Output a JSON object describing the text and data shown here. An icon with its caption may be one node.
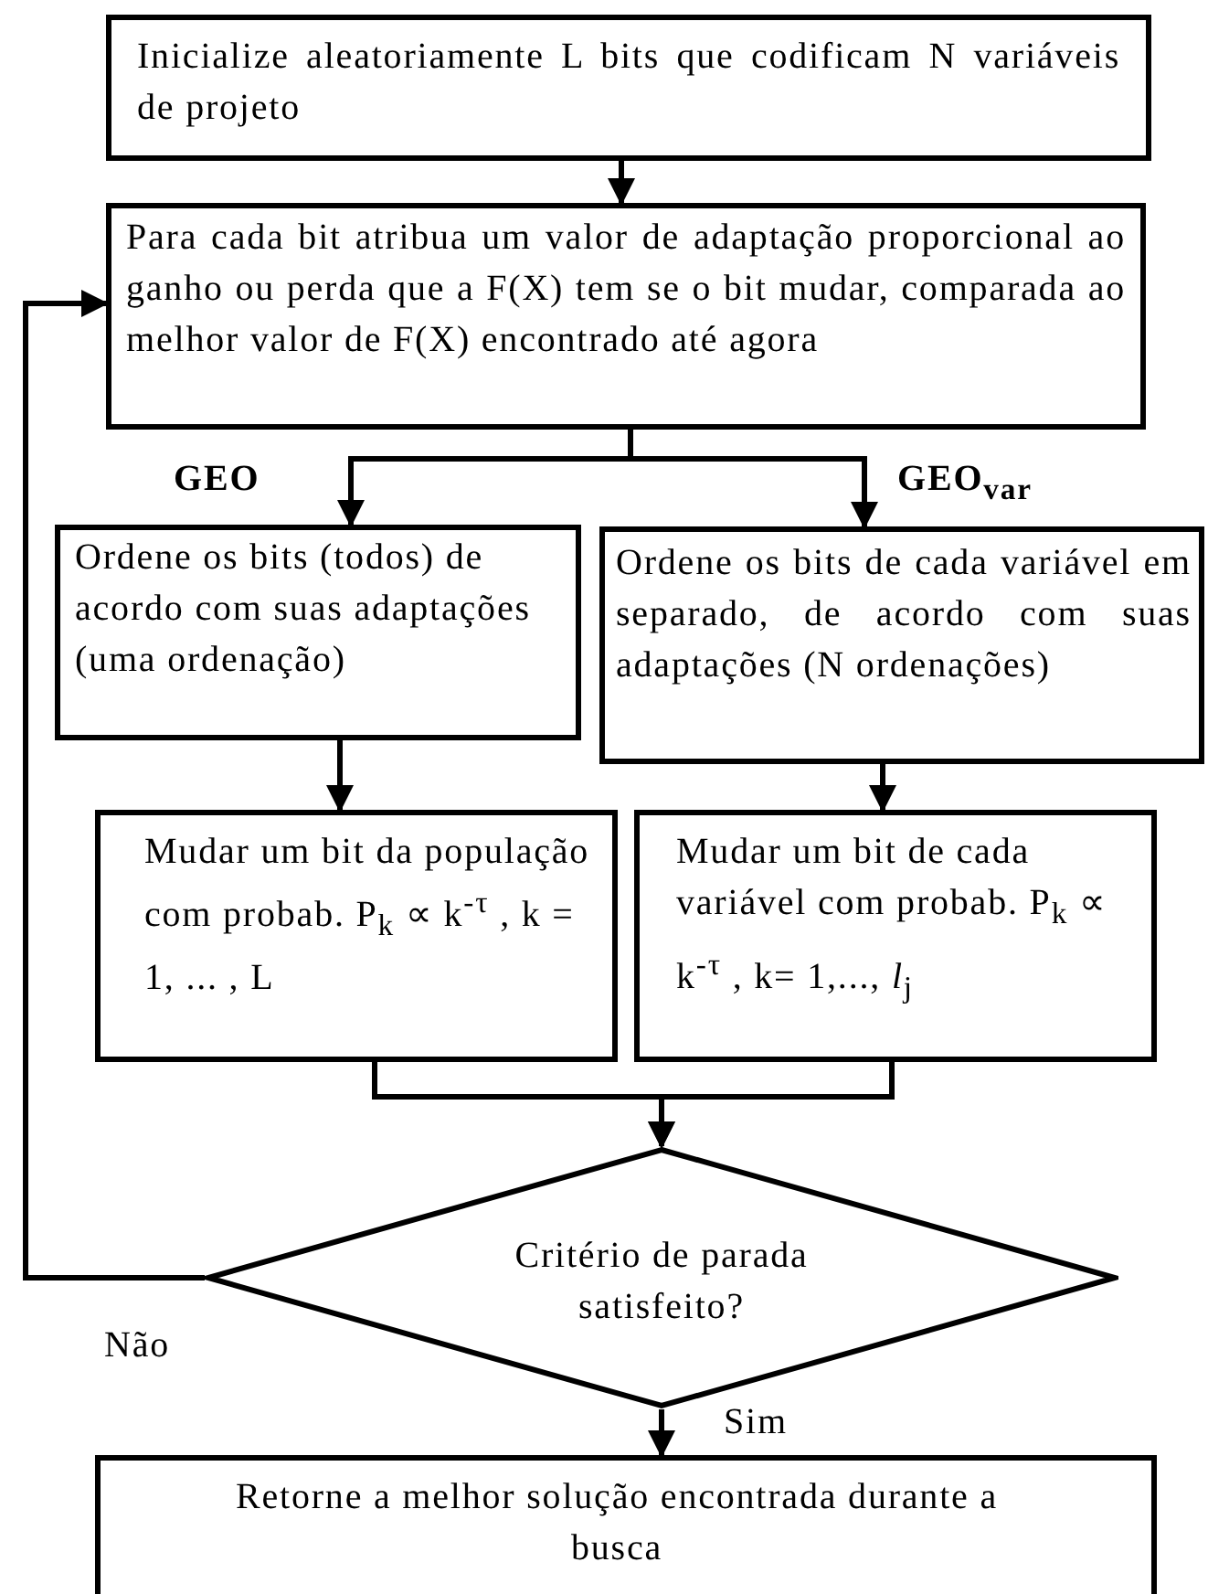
{
  "diagram": {
    "nodes": [
      {
        "text": [
          "Inicialize aleatoriamente L bits que codificam N variáveis de projeto"
        ]
      },
      {
        "text": [
          "Para cada bit atribua um valor de adaptação proporcional ao ganho ou perda que a F(X) tem se o bit mudar, comparada ao melhor valor de F(X) encontrado até agora"
        ]
      },
      {
        "text": [
          "Ordene os bits (todos) de acordo com suas adaptações (uma ordenação)"
        ]
      },
      {
        "text": [
          "Ordene os bits de cada variável em separado, de acordo com suas adaptações (N ordenações)"
        ]
      },
      {
        "text": [
          "Mudar um bit da população com probab. P$_{k}$ ∝ k$^{-τ}$ , k = 1, ... , L"
        ]
      },
      {
        "text": [
          "Mudar um bit de cada variável com probab. P$_{k}$ ∝ k$^{-τ}$ , k= 1,..., *l*$_{j}$"
        ]
      },
      {
        "text": [
          "Critério de parada satisfeito?"
        ]
      },
      {
        "text": [
          "Retorne a melhor solução encontrada durante a busca"
        ]
      }
    ],
    "edges": [
      {
        "from": 0,
        "to": 1,
        "arrow": "to"
      },
      {
        "from": 1,
        "to": 2,
        "arrow": "to",
        "label": "GEO"
      },
      {
        "from": 1,
        "to": 3,
        "arrow": "to",
        "label": "GEO$_{var}$"
      },
      {
        "from": 2,
        "to": 4,
        "arrow": "to"
      },
      {
        "from": 3,
        "to": 5,
        "arrow": "to"
      },
      {
        "from": 4,
        "to": 6,
        "arrow": "to"
      },
      {
        "from": 5,
        "to": 6,
        "arrow": "to"
      },
      {
        "from": 6,
        "to": 1,
        "arrow": "to",
        "label": "Não"
      },
      {
        "from": 6,
        "to": 7,
        "arrow": "to",
        "label": "Sim"
      }
    ]
  }
}
